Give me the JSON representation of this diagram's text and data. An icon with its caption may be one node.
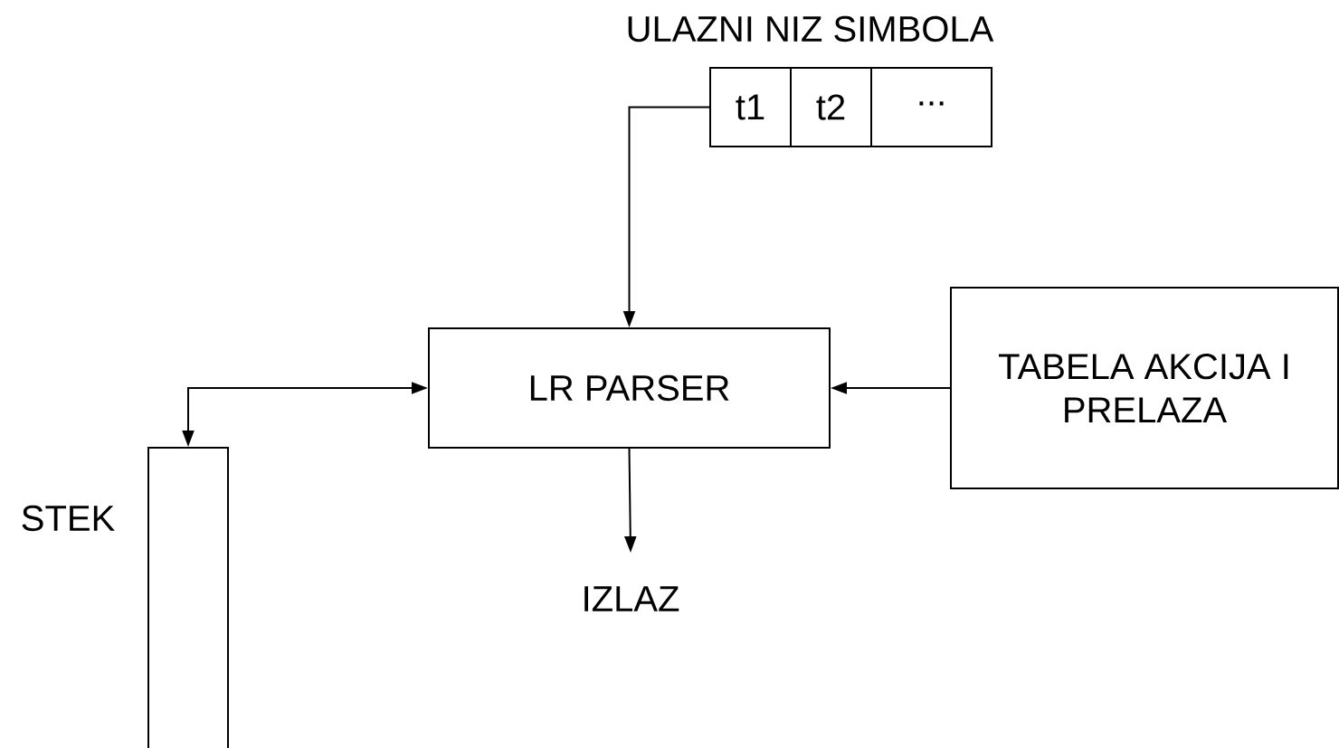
{
  "diagram": {
    "nodes": [
      {
        "text": [
          "ULAZNI NIZ SIMBOLA"
        ]
      },
      {
        "text": [
          "t1"
        ],
        "in": 0
      },
      {
        "text": [
          "t2"
        ],
        "in": 0
      },
      {
        "text": [
          "..."
        ],
        "in": 0
      },
      {
        "text": [
          "LR PARSER"
        ]
      },
      {
        "text": [
          "TABELA AKCIJA I PRELAZA"
        ]
      },
      {
        "text": [
          "STEK"
        ]
      },
      {
        "text": [
          "IZLAZ"
        ]
      }
    ],
    "edges": [
      {
        "from": 1,
        "to": 4,
        "arrow": "to"
      },
      {
        "from": 5,
        "to": 4,
        "arrow": "to"
      },
      {
        "from": 4,
        "to": 6,
        "arrow": "both"
      },
      {
        "from": 4,
        "to": 7,
        "arrow": "to"
      }
    ]
  }
}
